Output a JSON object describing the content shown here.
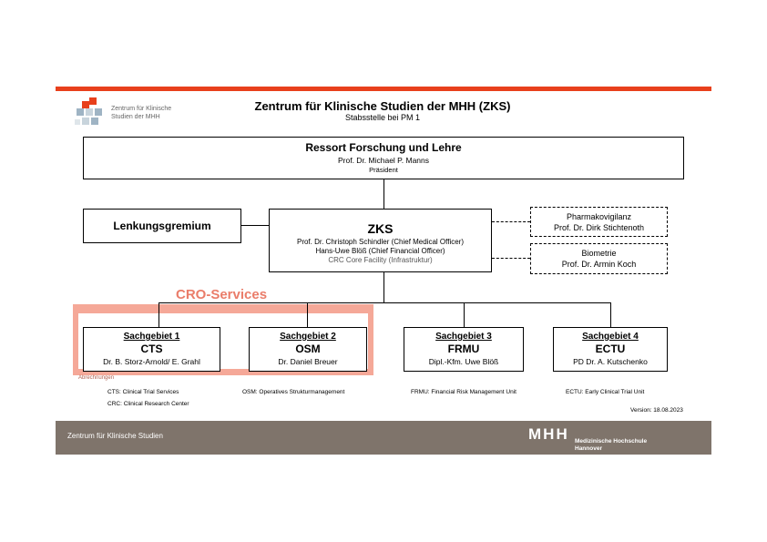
{
  "header": {
    "title": "Zentrum für Klinische Studien der MHH (ZKS)",
    "subtitle": "Stabsstelle bei PM 1",
    "logo_text_1": "Zentrum für Klinische",
    "logo_text_2": "Studien der MHH",
    "accent_color": "#e8401c"
  },
  "ressort": {
    "title": "Ressort Forschung und Lehre",
    "person": "Prof. Dr. Michael P. Manns",
    "role": "Präsident"
  },
  "lenkung": {
    "title": "Lenkungsgremium"
  },
  "zks": {
    "title": "ZKS",
    "line1": "Prof. Dr. Christoph Schindler (Chief Medical Officer)",
    "line2": "Hans-Uwe Blöß (Chief Financial Officer)",
    "line3": "CRC Core Facility (Infrastruktur)"
  },
  "pharma": {
    "title": "Pharmakovigilanz",
    "person": "Prof. Dr. Dirk Stichtenoth"
  },
  "biometrie": {
    "title": "Biometrie",
    "person": "Prof. Dr. Armin Koch"
  },
  "cro": {
    "label": "CRO-Services",
    "note": "Abrechnungen",
    "color": "#f5a898"
  },
  "sachgebiete": [
    {
      "heading": "Sachgebiet 1",
      "abbr": "CTS",
      "person": "Dr. B. Storz-Arnold/ E. Grahl"
    },
    {
      "heading": "Sachgebiet 2",
      "abbr": "OSM",
      "person": "Dr. Daniel Breuer"
    },
    {
      "heading": "Sachgebiet 3",
      "abbr": "FRMU",
      "person": "Dipl.-Kfm. Uwe Blöß"
    },
    {
      "heading": "Sachgebiet 4",
      "abbr": "ECTU",
      "person": "PD Dr. A. Kutschenko"
    }
  ],
  "legend": {
    "cts": "CTS: Clinical Trial Services",
    "osm": "OSM: Operatives Strukturmanagement",
    "frmu": "FRMU: Financial Risk Management Unit",
    "ectu": "ECTU: Early Clinical Trial Unit",
    "crc": "CRC: Clinical Research Center",
    "version": "Version: 18.08.2023"
  },
  "footer": {
    "left": "Zentrum für Klinische Studien",
    "logo": "MHH",
    "right_1": "Medizinische Hochschule",
    "right_2": "Hannover",
    "color": "#7f746b"
  }
}
